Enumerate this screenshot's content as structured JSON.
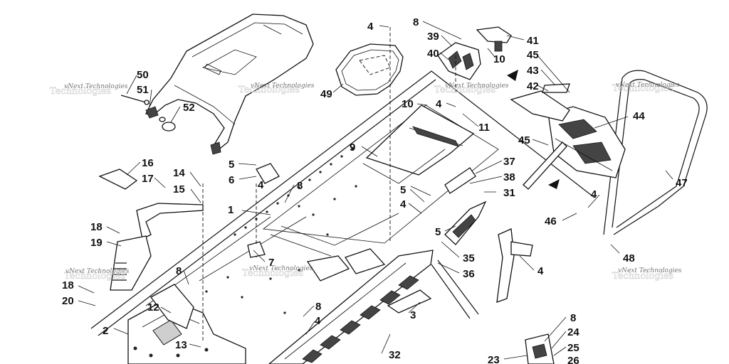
{
  "callouts": [
    "1",
    "2",
    "3",
    "4",
    "4",
    "4",
    "4",
    "4",
    "4",
    "4",
    "5",
    "5",
    "5",
    "6",
    "7",
    "8",
    "8",
    "8",
    "8",
    "8",
    "9",
    "10",
    "10",
    "11",
    "12",
    "13",
    "14",
    "15",
    "16",
    "17",
    "18",
    "18",
    "19",
    "20",
    "23",
    "24",
    "25",
    "26",
    "31",
    "32",
    "35",
    "36",
    "37",
    "38",
    "39",
    "40",
    "41",
    "42",
    "43",
    "44",
    "45",
    "45",
    "46",
    "47",
    "48",
    "49",
    "50",
    "51",
    "52"
  ],
  "watermarks": [
    "vNext Technologies",
    "vNext Technologies",
    "vNext Technologies",
    "vNext Technologies",
    "vNext Technologies",
    "vNext Technologies",
    "vNext Technologies"
  ]
}
